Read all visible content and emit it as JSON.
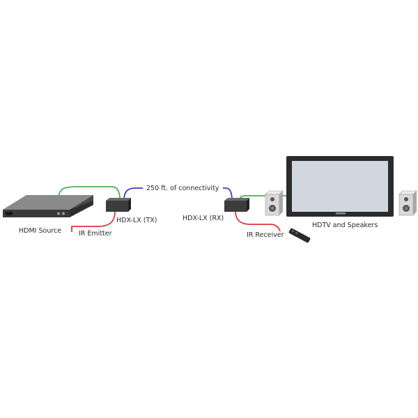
{
  "labels": {
    "hdmi_source": "HDMI Source",
    "ir_emitter": "IR Emitter",
    "tx": "HDX-LX (TX)",
    "connectivity": "250 ft. of connectivity",
    "rx": "HDX-LX (RX)",
    "ir_receiver": "IR Receiver",
    "hdtv_speakers": "HDTV and Speakers"
  },
  "colors": {
    "hdmi_cable": "#4caf50",
    "cat_cable": "#3b3fb8",
    "ir_cable": "#e0333c",
    "tv_screen": "#d2d6df",
    "device_body": "#3c3c3c",
    "speaker": "#d9d9d9"
  },
  "icons": [
    "hdmi-source-device-icon",
    "transmitter-box-icon",
    "receiver-box-icon",
    "hdtv-icon",
    "speaker-icon",
    "remote-control-icon"
  ]
}
